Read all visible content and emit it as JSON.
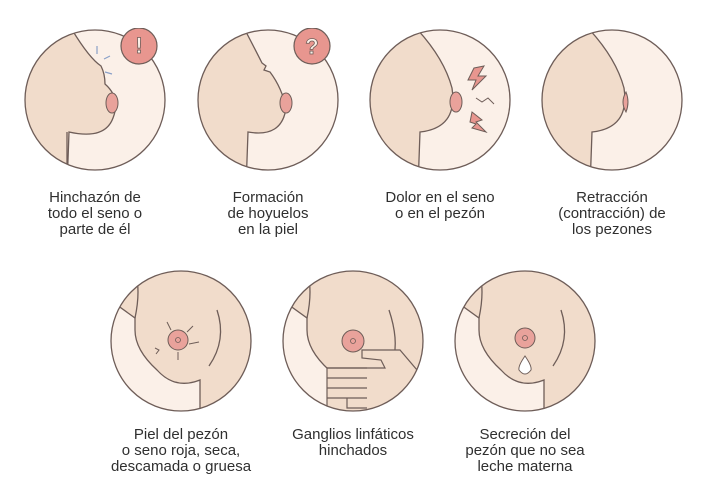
{
  "symptoms": [
    {
      "label": "Hinchazón de\ntodo el seno o\nparte de él",
      "badge": "!"
    },
    {
      "label": "Formación\nde hoyuelos\nen la piel",
      "badge": "?"
    },
    {
      "label": "Dolor en el seno\no en el pezón"
    },
    {
      "label": "Retracción\n(contracción) de\nlos pezones"
    },
    {
      "label": "Piel del pezón\no seno roja, seca,\ndescamada o gruesa"
    },
    {
      "label": "Ganglios linfáticos\nhinchados"
    },
    {
      "label": "Secreción del\npezón que no sea\nleche materna"
    }
  ],
  "colors": {
    "skin": "#f1dccb",
    "light": "#fbf0e8",
    "nipple": "#e9a29b",
    "outline": "#6e5d58",
    "badge": "#e8968f"
  }
}
